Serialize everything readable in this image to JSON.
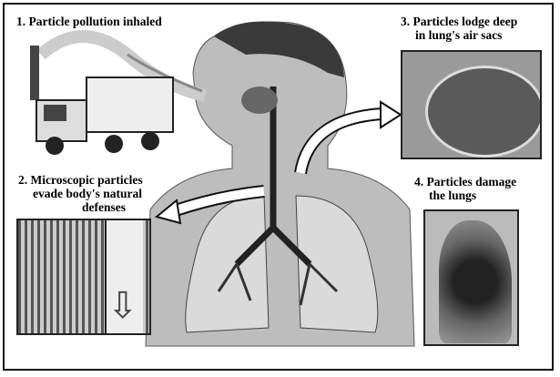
{
  "steps": [
    {
      "number": "1.",
      "text": "Particle pollution inhaled"
    },
    {
      "number": "2.",
      "text_line1": "Microscopic particles",
      "text_line2": "evade body's natural",
      "text_line3": "defenses"
    },
    {
      "number": "3.",
      "text_line1": "Particles lodge deep",
      "text_line2": "in lung's air sacs"
    },
    {
      "number": "4.",
      "text_line1": "Particles damage",
      "text_line2": "the lungs"
    }
  ],
  "colors": {
    "ink": "#111111",
    "skin": "#b5b5b5",
    "lung": "#d8d8d8",
    "dark": "#333333"
  }
}
